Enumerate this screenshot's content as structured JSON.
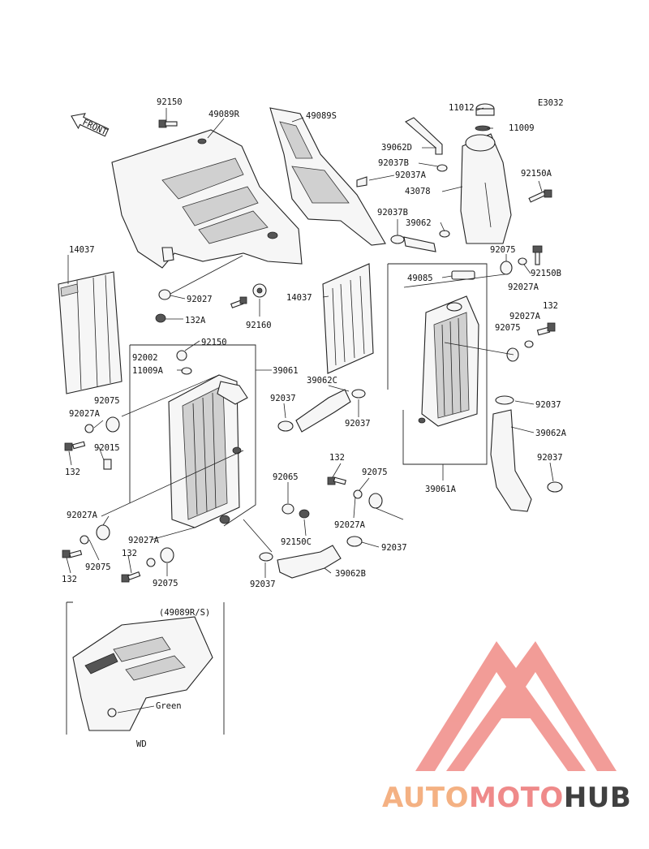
{
  "diagram": {
    "ref_code": "E3032",
    "front_label": "FRONT",
    "inset_title": "(49089R/S)",
    "inset_note": "Green",
    "model_code": "WD"
  },
  "parts": {
    "p92150_top": "92150",
    "p49089R": "49089R",
    "p49089S": "49089S",
    "p11012": "11012",
    "p11009": "11009",
    "p39062D": "39062D",
    "p92037B_a": "92037B",
    "p92037A_a": "92037A",
    "p43078": "43078",
    "p92150A": "92150A",
    "p92037B_b": "92037B",
    "p39062": "39062",
    "p92075_r1": "92075",
    "p92150B": "92150B",
    "p92027A_r1": "92027A",
    "p49085": "49085",
    "p14037_l": "14037",
    "p14037_c": "14037",
    "p92027_l": "92027",
    "p132A": "132A",
    "p92160": "92160",
    "p132_r1": "132",
    "p92027A_r2": "92027A",
    "p92075_r2": "92075",
    "p92150_mid": "92150",
    "p92002": "92002",
    "p11009A": "11009A",
    "p39061": "39061",
    "p39062C": "39062C",
    "p92037_c1": "92037",
    "p92037_c2": "92037",
    "p92037_r1": "92037",
    "p39062A": "39062A",
    "p92075_l1": "92075",
    "p92027A_l1": "92027A",
    "p92015": "92015",
    "p132_l1": "132",
    "p132_c": "132",
    "p92075_c": "92075",
    "p92037_r2": "92037",
    "p39061A": "39061A",
    "p92065": "92065",
    "p92027A_c": "92027A",
    "p92037_c3": "92037",
    "p92027A_l2": "92027A",
    "p92150C": "92150C",
    "p92027A_l3": "92027A",
    "p132_l2": "132",
    "p92075_l2": "92075",
    "p132_l3": "132",
    "p92075_l3": "92075",
    "p92037_c4": "92037",
    "p39062B": "39062B"
  },
  "watermark": {
    "part1": "AUTO",
    "part2": "MOTO",
    "part3": "HUB",
    "color1": "#f4b183",
    "color2": "#ef8a8a",
    "color3": "#404040",
    "logo_color": "#f08b86"
  }
}
